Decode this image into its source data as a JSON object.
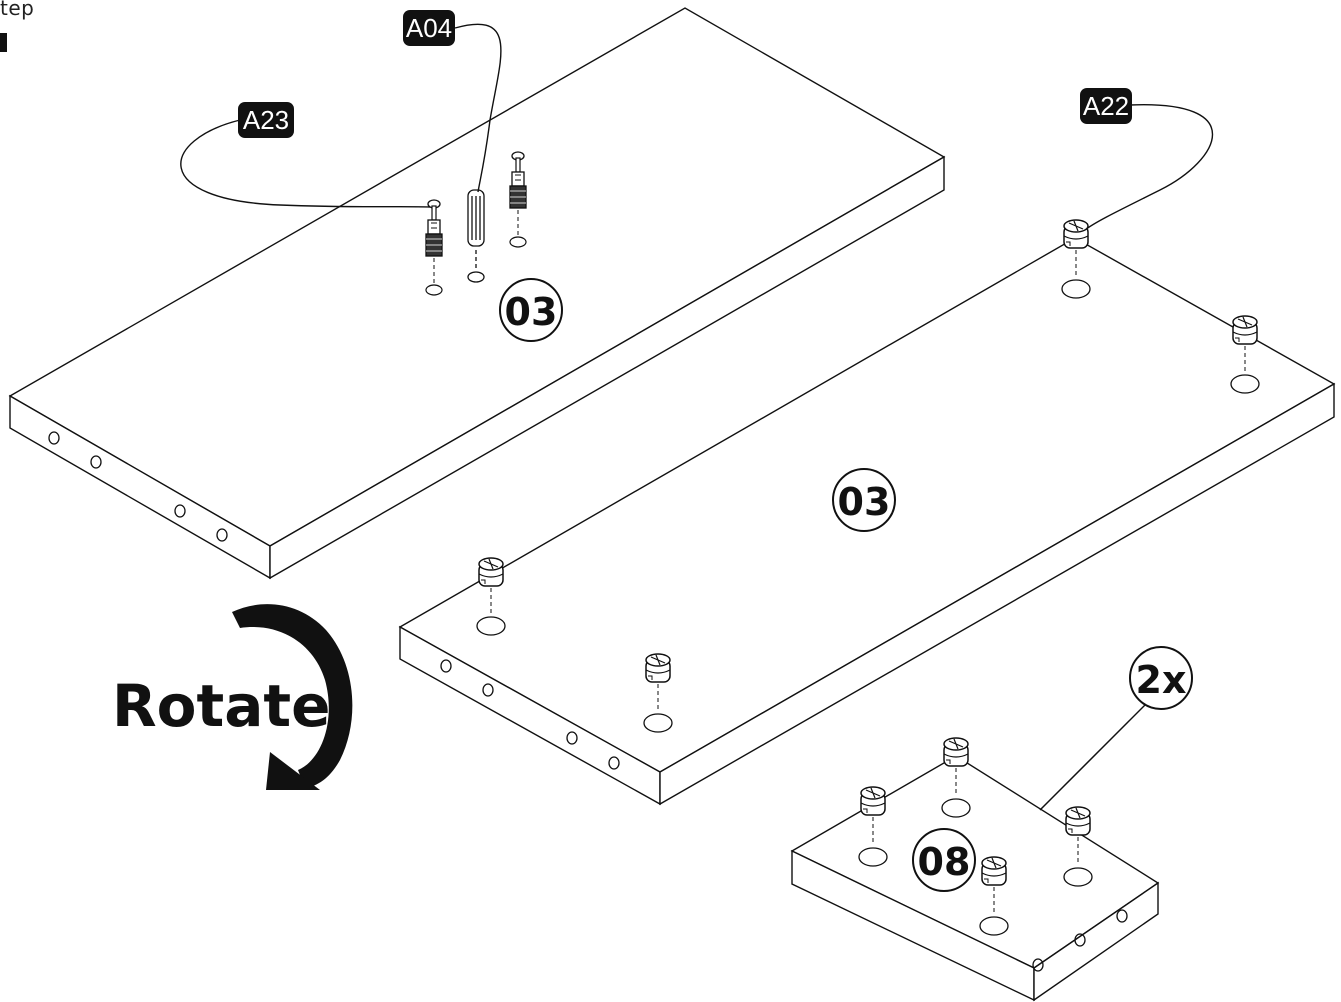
{
  "header": {
    "step_label": "tep"
  },
  "callouts": {
    "a04": "A04",
    "a23": "A23",
    "a22": "A22"
  },
  "parts": {
    "board_top_id": "03",
    "board_right_id": "03",
    "small_panel_id": "08",
    "small_panel_qty": "2x"
  },
  "instruction": {
    "rotate": "Rotate"
  },
  "colors": {
    "ink": "#111111",
    "paper": "#ffffff"
  }
}
